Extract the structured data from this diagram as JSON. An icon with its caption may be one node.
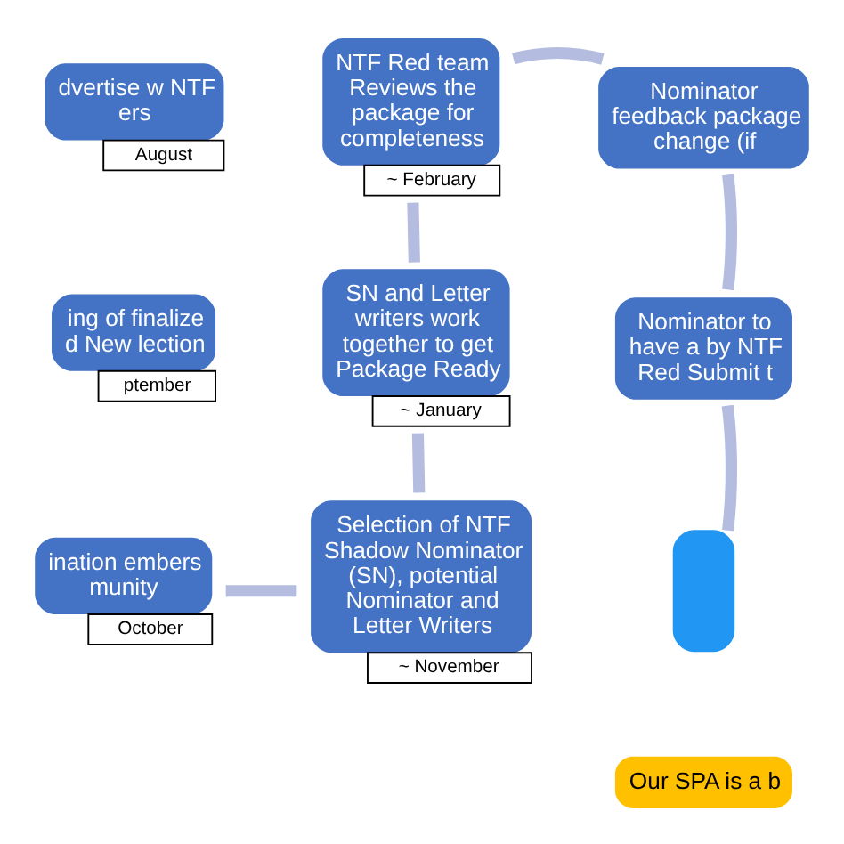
{
  "diagram": {
    "nodes": [
      {
        "text": [
          "dvertise w NTF ers"
        ],
        "beside": [
          "August"
        ]
      },
      {
        "text": [
          "ing of finalize d New lection"
        ],
        "beside": [
          "ptember"
        ]
      },
      {
        "text": [
          "ination embers munity"
        ],
        "beside": [
          "October"
        ]
      },
      {
        "text": [
          "NTF Red team Reviews the package for completeness"
        ],
        "beside": [
          "~ February"
        ]
      },
      {
        "text": [
          "SN and Letter writers work together to get Package Ready"
        ],
        "beside": [
          "~ January"
        ]
      },
      {
        "text": [
          "Selection of NTF Shadow Nominator (SN), potential Nominator and Letter Writers"
        ],
        "beside": [
          "~ November"
        ]
      },
      {
        "text": [
          "Nominator feedback package change (if"
        ]
      },
      {
        "text": [
          "Nominator to have a by NTF Red Submit t"
        ]
      },
      {
        "text": [],
        "shape": "box"
      },
      {
        "text": [
          "Our SPA is a b"
        ]
      }
    ],
    "edges": [
      {
        "from": 2,
        "to": 5,
        "arrow": "none"
      },
      {
        "from": 5,
        "to": 4,
        "arrow": "none"
      },
      {
        "from": 4,
        "to": 3,
        "arrow": "none"
      },
      {
        "from": 3,
        "to": 6,
        "arrow": "none"
      },
      {
        "from": 6,
        "to": 7,
        "arrow": "none"
      },
      {
        "from": 7,
        "to": 8,
        "arrow": "none"
      }
    ]
  }
}
